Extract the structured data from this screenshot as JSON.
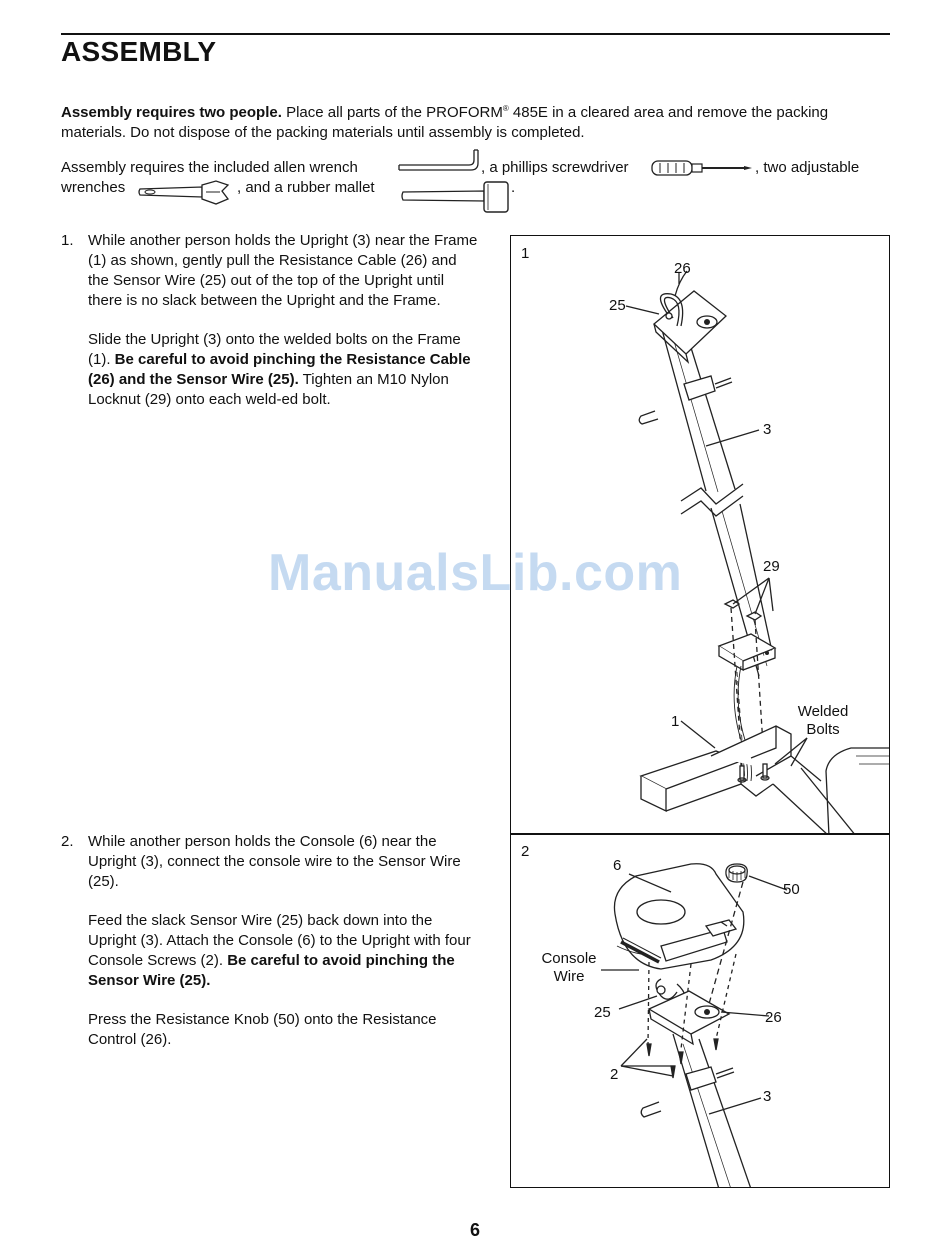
{
  "heading": "ASSEMBLY",
  "intro": {
    "lead_bold": "Assembly requires two people.",
    "text_a": " Place all parts of the PROFORM",
    "reg": "®",
    "text_b": " 485E in a cleared area and remove the packing materials. Do not dispose of the packing materials until assembly is completed."
  },
  "tools": {
    "t1": "Assembly requires the included allen wrench",
    "t2": ", a phillips screwdriver",
    "t3": ", two adjustable",
    "t4": "wrenches",
    "t5": ", and a rubber mallet",
    "t6": "."
  },
  "step1": {
    "num": "1.",
    "p1": "While another person holds the Upright (3) near the Frame (1) as shown, gently pull the Resistance Cable (26) and the Sensor Wire (25) out of the top of the Upright until there is no slack between the Upright and the Frame.",
    "p2a": "Slide the Upright (3) onto the welded bolts on the Frame (1). ",
    "p2b": "Be careful to avoid pinching the Resistance Cable (26) and the Sensor Wire (25).",
    "p2c": " Tighten an M10 Nylon Locknut (29) onto each weld-ed bolt."
  },
  "step2": {
    "num": "2.",
    "p1": "While another person holds the Console (6) near the Upright (3), connect the console wire to the Sensor Wire (25).",
    "p2a": "Feed the slack Sensor Wire (25) back down into the Upright (3). Attach the Console (6) to the Upright with four Console Screws (2). ",
    "p2b": "Be careful to avoid pinching the Sensor Wire (25).",
    "p3": "Press the Resistance Knob (50) onto the Resistance Control (26)."
  },
  "fig1": {
    "num": "1",
    "l26": "26",
    "l25": "25",
    "l3": "3",
    "l29": "29",
    "l1": "1",
    "welded1": "Welded",
    "welded2": "Bolts"
  },
  "fig2": {
    "num": "2",
    "l6": "6",
    "l50": "50",
    "console1": "Console",
    "console2": "Wire",
    "l25": "25",
    "l26": "26",
    "l2": "2",
    "l3": "3"
  },
  "watermark": "ManualsLib.com",
  "page_number": "6"
}
